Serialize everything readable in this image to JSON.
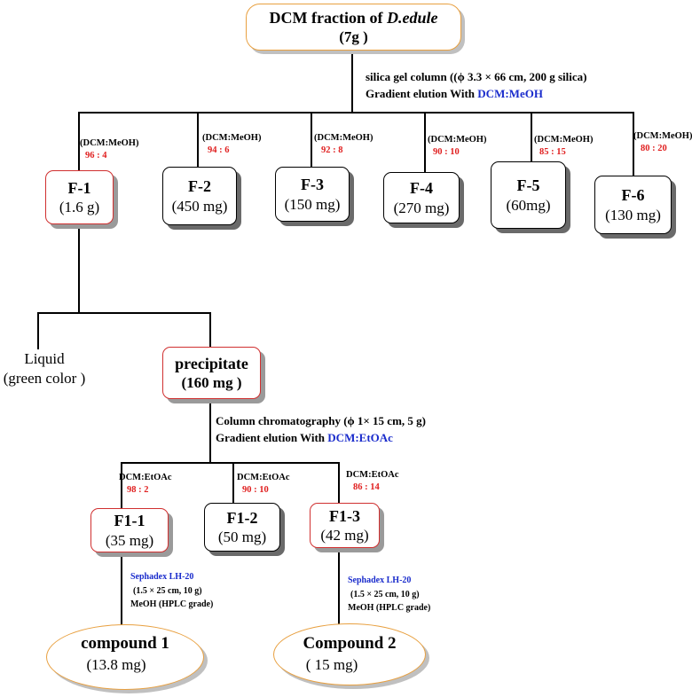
{
  "root": {
    "title": "DCM fraction of ",
    "title_italic": "D.edule",
    "mass": "(7g )"
  },
  "column1": {
    "line1": "silica gel column ((ϕ 3.3 × 66 cm, 200 g silica)",
    "line2_prefix": "Gradient elution With ",
    "line2_solvent": "DCM:MeOH"
  },
  "fractions": [
    {
      "solvent": "(DCM:MeOH)",
      "ratio": "96 : 4",
      "name": "F-1",
      "mass": "(1.6 g)"
    },
    {
      "solvent": "(DCM:MeOH)",
      "ratio": "94 : 6",
      "name": "F-2",
      "mass": "(450 mg)"
    },
    {
      "solvent": "(DCM:MeOH)",
      "ratio": "92 : 8",
      "name": "F-3",
      "mass": "(150 mg)"
    },
    {
      "solvent": "(DCM:MeOH)",
      "ratio": "90 : 10",
      "name": "F-4",
      "mass": "(270 mg)"
    },
    {
      "solvent": "(DCM:MeOH)",
      "ratio": "85 : 15",
      "name": "F-5",
      "mass": "(60mg)"
    },
    {
      "solvent": "(DCM:MeOH)",
      "ratio": "80 : 20",
      "name": "F-6",
      "mass": "(130 mg)"
    }
  ],
  "liquid": {
    "line1": "Liquid",
    "line2": "(green color )"
  },
  "precipitate": {
    "name": "precipitate",
    "mass": "(160 mg )"
  },
  "column2": {
    "line1": "Column chromatography (ϕ 1× 15 cm, 5 g)",
    "line2_prefix": "Gradient elution With ",
    "line2_solvent": "DCM:EtOAc"
  },
  "subfractions": [
    {
      "solvent": "DCM:EtOAc",
      "ratio": "98 : 2",
      "name": "F1-1",
      "mass": "(35 mg)"
    },
    {
      "solvent": "DCM:EtOAc",
      "ratio": "90 : 10",
      "name": "F1-2",
      "mass": "(50 mg)"
    },
    {
      "solvent": "DCM:EtOAc",
      "ratio": "86 : 14",
      "name": "F1-3",
      "mass": "(42 mg)"
    }
  ],
  "sephadex": [
    {
      "name": "Sephadex LH-20",
      "dims": "(1.5 × 25 cm, 10 g)",
      "eluent": "MeOH (HPLC grade)"
    },
    {
      "name": "Sephadex LH-20",
      "dims": "(1.5 × 25 cm, 10 g)",
      "eluent": "MeOH (HPLC grade)"
    }
  ],
  "compounds": [
    {
      "name": "compound 1",
      "mass": "(13.8 mg)"
    },
    {
      "name": "Compound 2",
      "mass": "( 15 mg)"
    }
  ],
  "colors": {
    "red": "#e02020",
    "blue": "#1a2ccc",
    "orange": "#e8a040",
    "box_red": "#d03030"
  }
}
